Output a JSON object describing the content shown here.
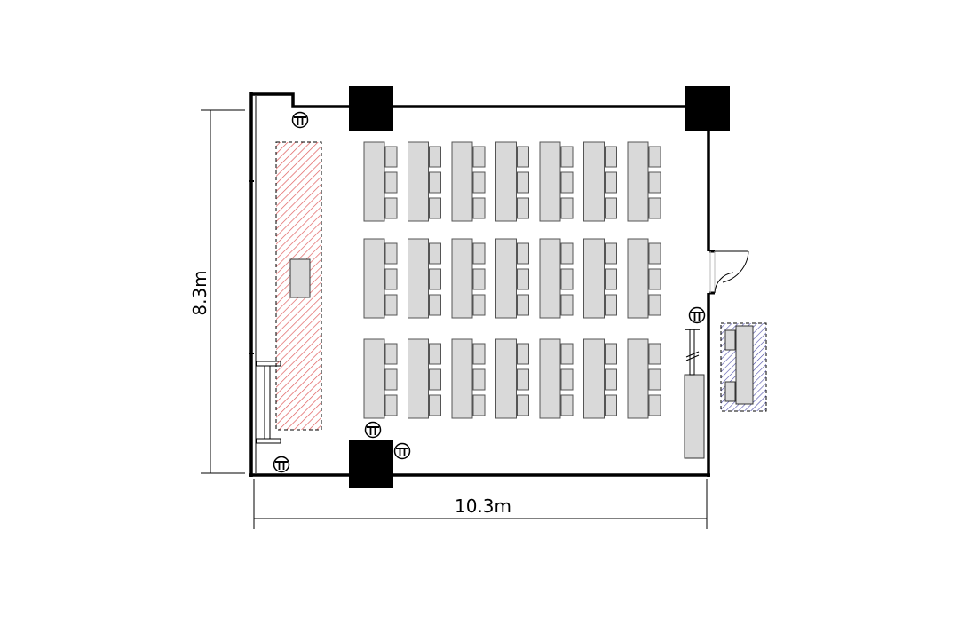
{
  "dimensions": {
    "width_label": "10.3m",
    "height_label": "8.3m"
  },
  "layout": {
    "table_blocks": 3,
    "table_columns": 7,
    "seats_per_table": 3
  },
  "colors": {
    "wall": "#000000",
    "table_fill": "#d9d9d9",
    "table_stroke": "#555555",
    "stage_hatch": "#e06060",
    "reception_hatch": "#4a4aa8"
  },
  "icons": {
    "outlet": "outlet-icon",
    "door": "door-icon",
    "stage": "stage-area",
    "reception": "reception-area"
  }
}
